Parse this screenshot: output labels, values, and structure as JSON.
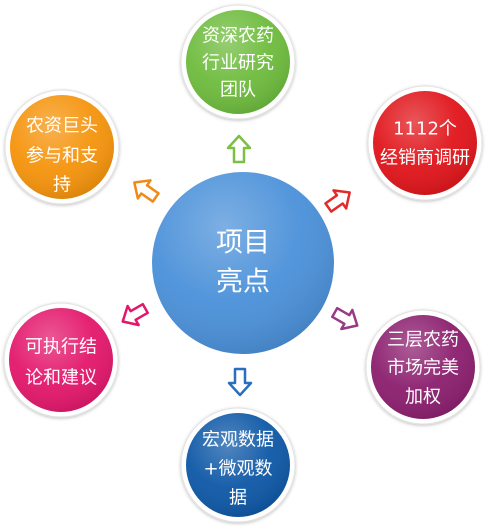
{
  "center": {
    "lines": [
      "项目",
      "亮点"
    ],
    "color": "#4a90d9"
  },
  "nodes": [
    {
      "id": "top",
      "lines": [
        "资深农药",
        "行业研究",
        "团队"
      ],
      "color": "#6dbb3c"
    },
    {
      "id": "upper-right",
      "lines": [
        "1112个",
        "经销商调研"
      ],
      "color": "#e0141a"
    },
    {
      "id": "lower-right",
      "lines": [
        "三层农药",
        "市场完美",
        "加权"
      ],
      "color": "#8b1e6e"
    },
    {
      "id": "bottom",
      "lines": [
        "宏观数据",
        "+微观数",
        "据"
      ],
      "color": "#0d57a6"
    },
    {
      "id": "lower-left",
      "lines": [
        "可执行结",
        "论和建议"
      ],
      "color": "#e3166b"
    },
    {
      "id": "upper-left",
      "lines": [
        "农资巨头",
        "参与和支",
        "持"
      ],
      "color": "#f5930b"
    }
  ],
  "arrow_colors": {
    "top": "#7cc043",
    "upper-right": "#e22a2a",
    "lower-right": "#9a3a86",
    "bottom": "#2a6fbe",
    "lower-left": "#e3166b",
    "upper-left": "#f08a17"
  }
}
